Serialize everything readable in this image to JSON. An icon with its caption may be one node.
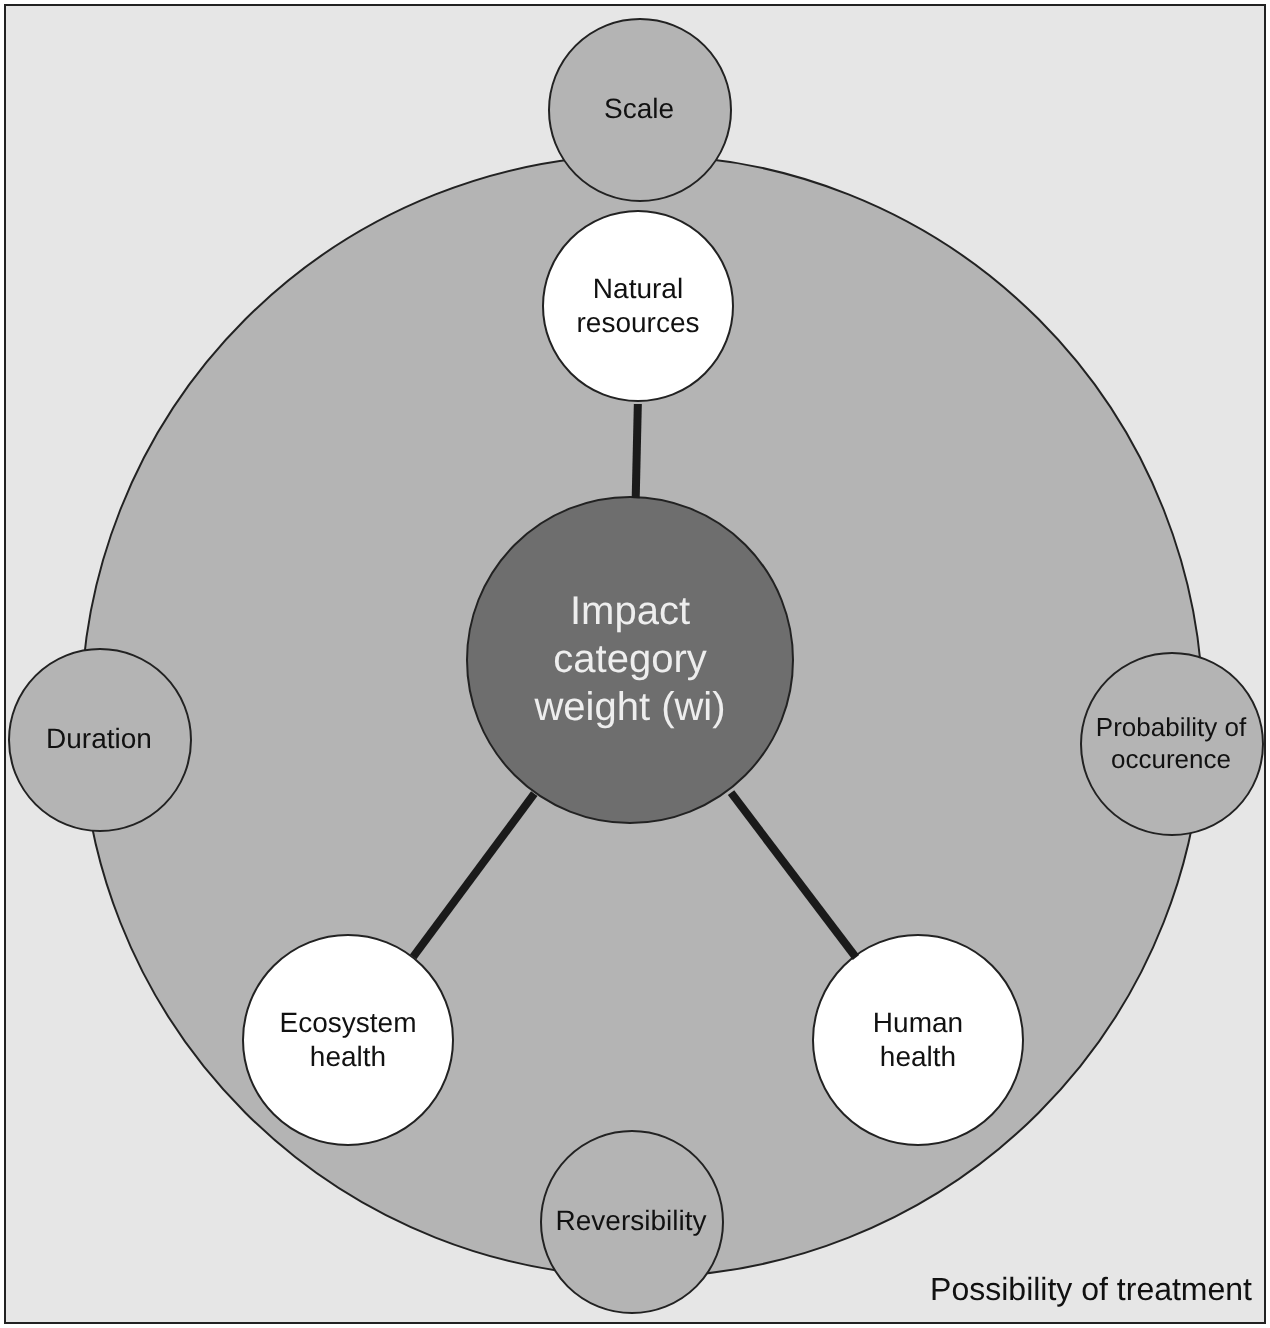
{
  "diagram": {
    "nodes": [
      {
        "text": [
          "Possibility of treatment"
        ]
      },
      {
        "text": [],
        "shape": "circle",
        "in": 0
      },
      {
        "text": [
          "Scale"
        ],
        "in": 0
      },
      {
        "text": [
          "Natural resources"
        ],
        "in": 1
      },
      {
        "text": [
          "Duration"
        ],
        "in": 0
      },
      {
        "text": [
          "Impact category weight (wi)"
        ],
        "in": 1
      },
      {
        "text": [
          "Probability of occurence"
        ],
        "in": 0
      },
      {
        "text": [
          "Ecosystem health"
        ],
        "in": 1
      },
      {
        "text": [
          "Human health"
        ],
        "in": 1
      },
      {
        "text": [
          "Reversibility"
        ],
        "in": 0
      }
    ],
    "edges": [
      {
        "from": 5,
        "to": 3,
        "arrow": "none"
      },
      {
        "from": 5,
        "to": 7,
        "arrow": "none"
      },
      {
        "from": 5,
        "to": 8,
        "arrow": "none"
      }
    ]
  }
}
